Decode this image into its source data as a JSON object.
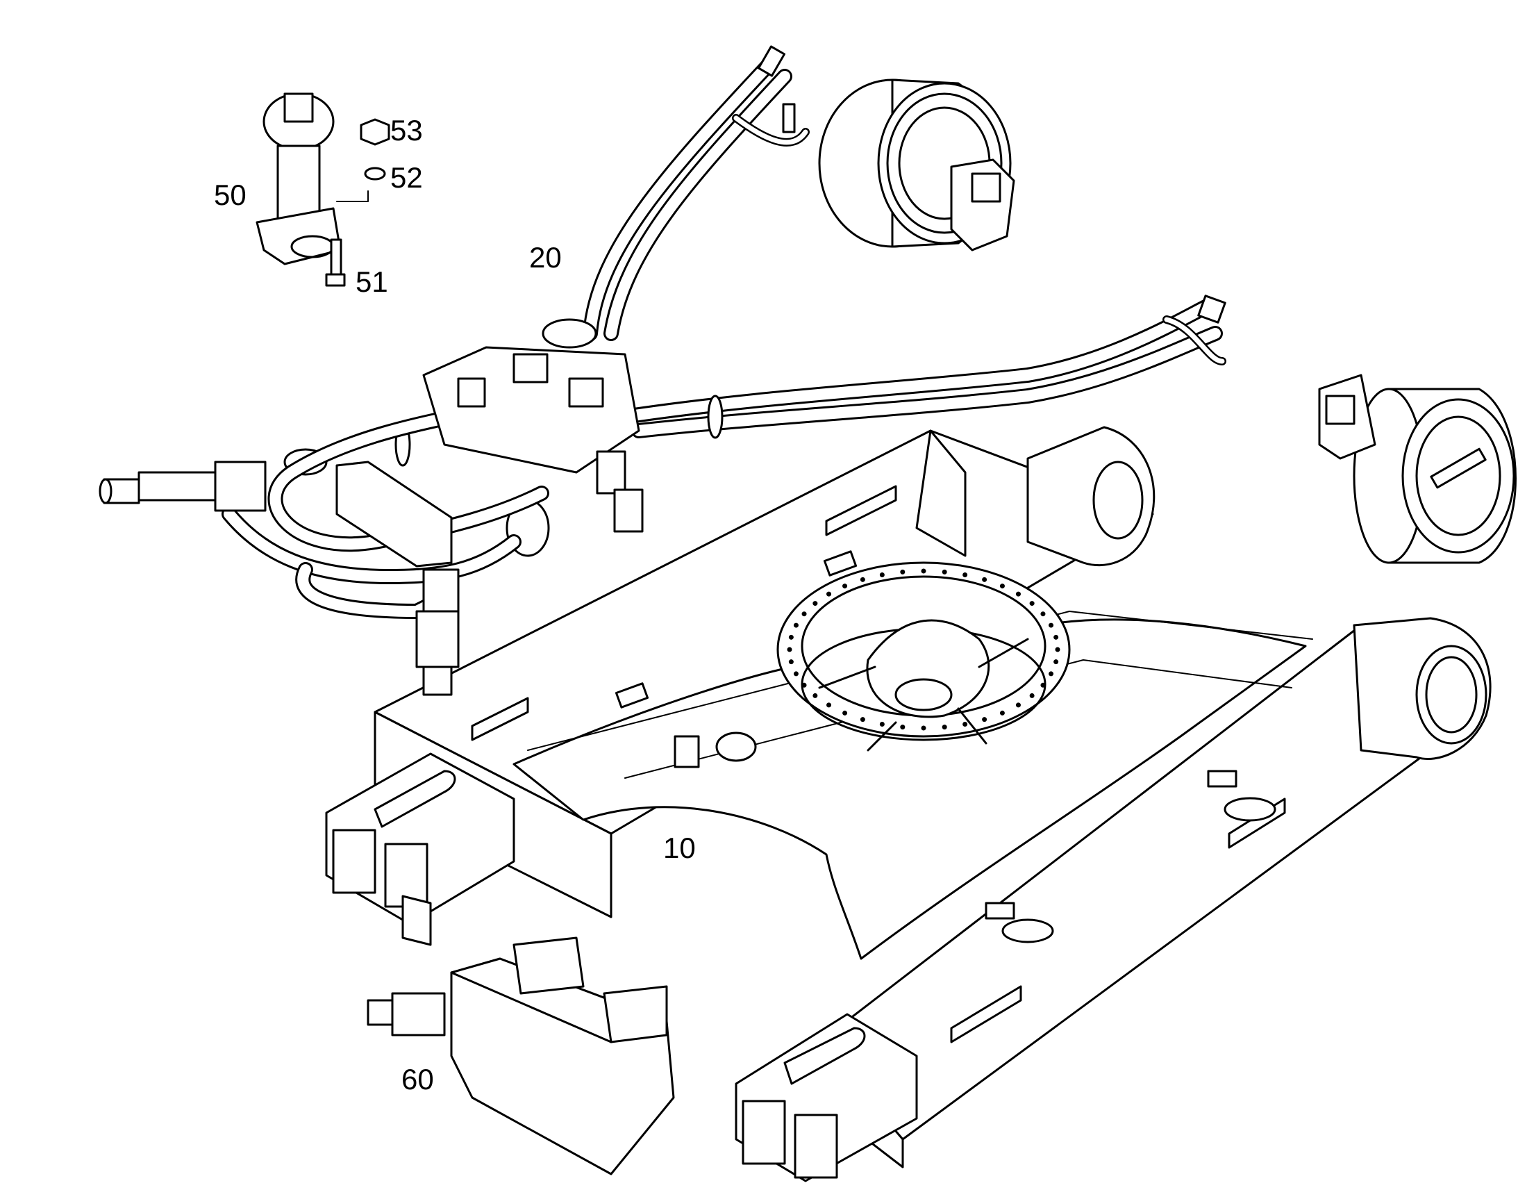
{
  "callouts": {
    "c10": "10",
    "c20": "20",
    "c50": "50",
    "c51": "51",
    "c52": "52",
    "c53": "53",
    "c60": "60"
  }
}
